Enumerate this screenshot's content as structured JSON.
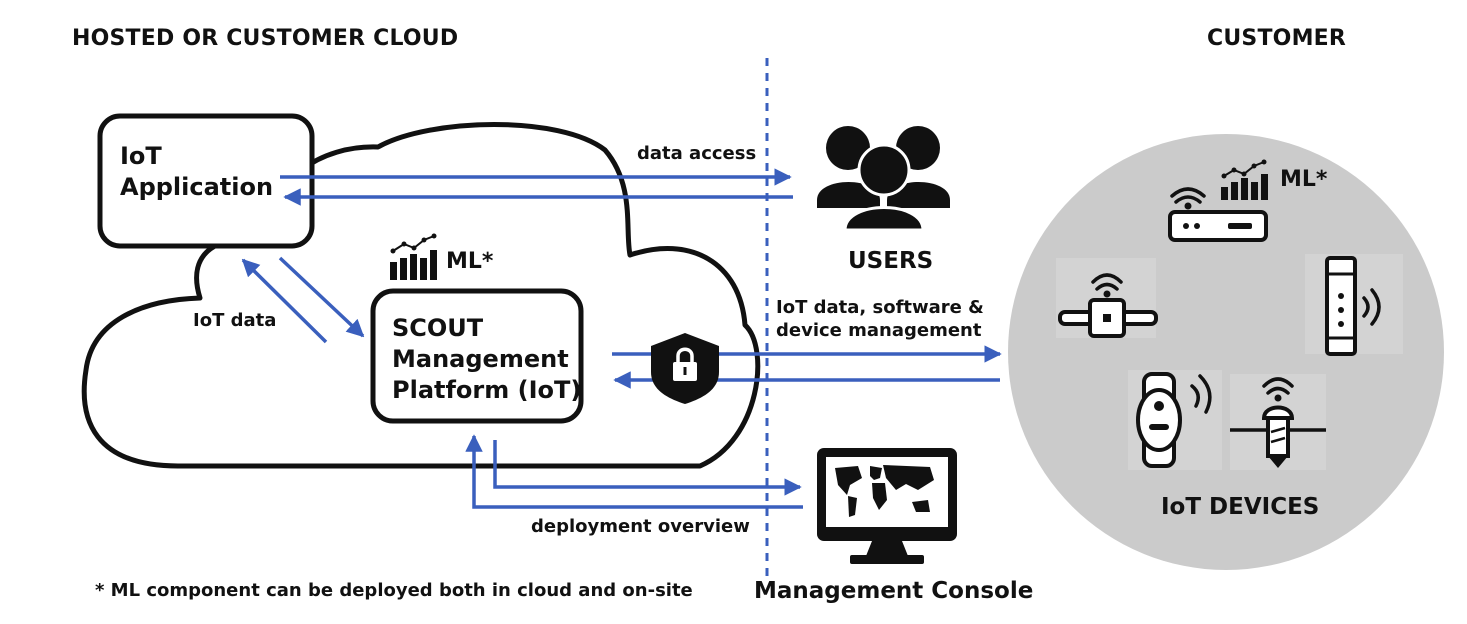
{
  "headers": {
    "left": "HOSTED OR CUSTOMER CLOUD",
    "right": "CUSTOMER"
  },
  "nodes": {
    "iot_app": [
      "IoT",
      "Application"
    ],
    "scout": [
      "SCOUT",
      "Management",
      "Platform (IoT)"
    ],
    "users": "USERS",
    "console": "Management Console",
    "devices": "IoT DEVICES"
  },
  "ml_labels": {
    "cloud": "ML*",
    "device": "ML*"
  },
  "edge_labels": {
    "data_access": "data access",
    "iot_data": "IoT data",
    "device_mgmt": [
      "IoT data, software &",
      "device management"
    ],
    "deployment": "deployment overview"
  },
  "footnote": "* ML component can be deployed both in cloud and on-site",
  "colors": {
    "arrow": "#3a5fbd",
    "device_circle": "#cbcbcb",
    "outline": "#111111"
  }
}
